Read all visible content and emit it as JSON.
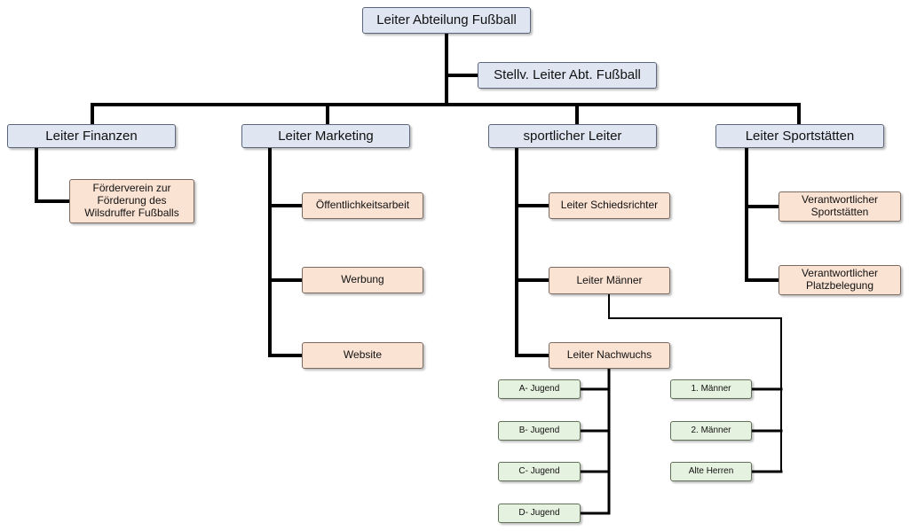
{
  "chart": {
    "head": "Leiter Abteilung Fußball",
    "deputy": "Stellv. Leiter Abt. Fußball",
    "finance": {
      "title": "Leiter Finanzen",
      "items": [
        "Förderverein zur Förderung des Wilsdruffer Fußballs"
      ]
    },
    "marketing": {
      "title": "Leiter Marketing",
      "items": [
        "Öffentlichkeitsarbeit",
        "Werbung",
        "Website"
      ]
    },
    "sports": {
      "title": "sportlicher Leiter",
      "items": [
        "Leiter Schiedsrichter",
        "Leiter Männer",
        "Leiter Nachwuchs"
      ],
      "youth": [
        "A- Jugend",
        "B- Jugend",
        "C- Jugend",
        "D- Jugend"
      ],
      "men": [
        "1. Männer",
        "2. Männer",
        "Alte Herren"
      ]
    },
    "venues": {
      "title": "Leiter Sportstätten",
      "items": [
        "Verantwortlicher Sportstätten",
        "Verantwortlicher Platzbelegung"
      ]
    }
  }
}
